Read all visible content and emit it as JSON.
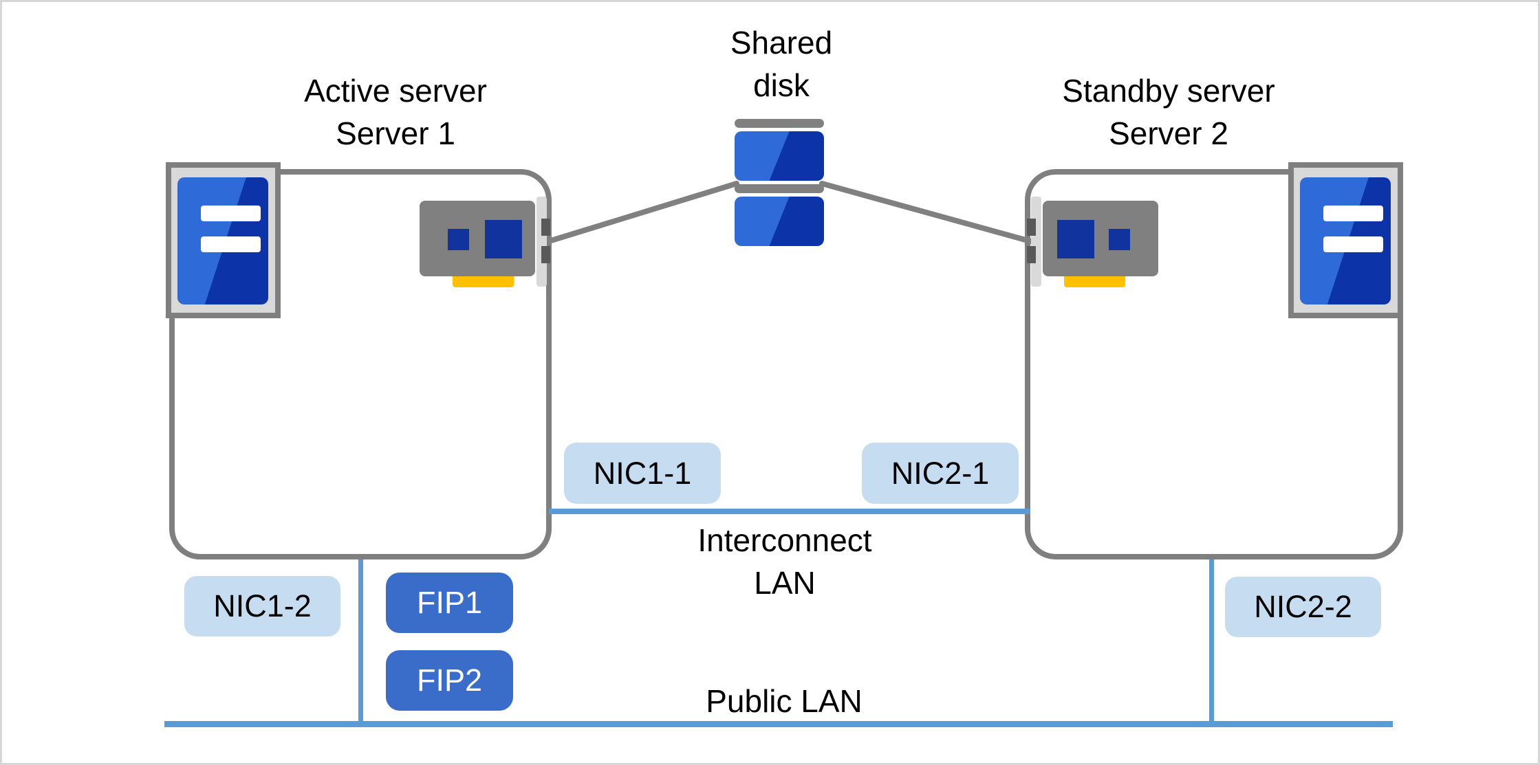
{
  "diagram": {
    "servers": {
      "active": {
        "role": "Active server",
        "name": "Server 1"
      },
      "standby": {
        "role": "Standby server",
        "name": "Server 2"
      }
    },
    "shared_disk": {
      "line1": "Shared",
      "line2": "disk"
    },
    "networks": {
      "interconnect": {
        "line1": "Interconnect",
        "line2": "LAN"
      },
      "public": {
        "label": "Public LAN"
      }
    },
    "nics": {
      "nic1_1": "NIC1-1",
      "nic2_1": "NIC2-1",
      "nic1_2": "NIC1-2",
      "nic2_2": "NIC2-2"
    },
    "fips": {
      "fip1": "FIP1",
      "fip2": "FIP2"
    }
  },
  "icons": {
    "server_tower": "css-shape",
    "nic_card": "css-shape",
    "shared_disk": "css-shape"
  },
  "colors": {
    "box_border": "#7f7f7f",
    "panel_gray": "#808080",
    "light_gray": "#d9d9d9",
    "port_gray": "#595959",
    "navy": "#10339e",
    "blue_light": "#2e6bd8",
    "blue_dark": "#0c34a8",
    "yellow": "#ffc000",
    "chip_blue": "#c5dcf1",
    "fip_blue": "#3a6cc9",
    "line_blue": "#5b9bd5",
    "text_black": "#000000"
  }
}
